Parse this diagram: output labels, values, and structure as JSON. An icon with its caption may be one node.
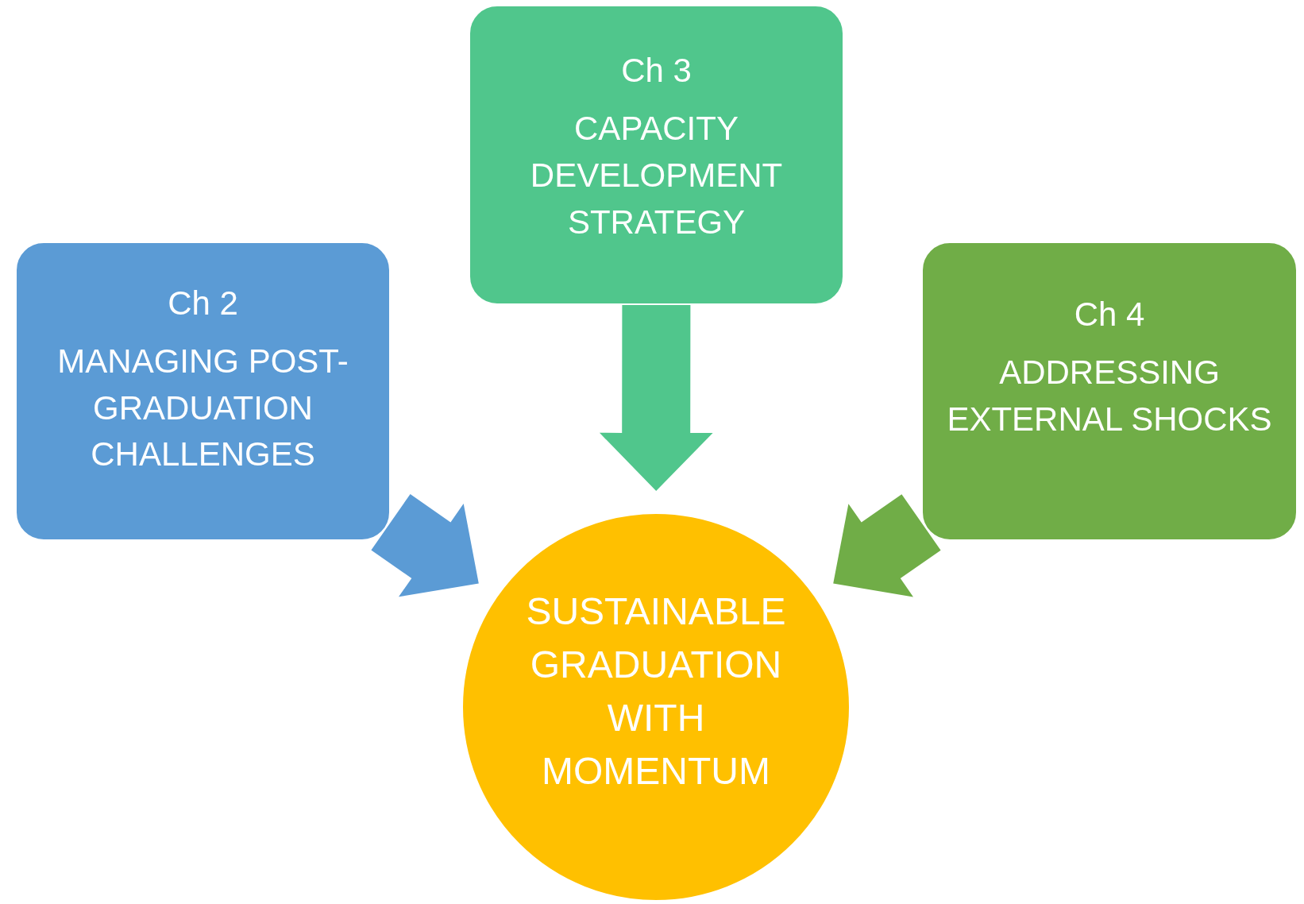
{
  "diagram": {
    "nodes": [
      {
        "text": [
          "Ch 2",
          "MANAGING POST-GRADUATION CHALLENGES"
        ]
      },
      {
        "text": [
          "Ch 3",
          "CAPACITY DEVELOPMENT STRATEGY"
        ]
      },
      {
        "text": [
          "Ch 4",
          "ADDRESSING EXTERNAL SHOCKS"
        ]
      },
      {
        "text": [
          "SUSTAINABLE GRADUATION WITH MOMENTUM"
        ]
      }
    ],
    "edges": [
      {
        "from": 0,
        "to": 3,
        "arrow": "to",
        "style": "thick",
        "color": "#5b9bd5"
      },
      {
        "from": 1,
        "to": 3,
        "arrow": "to",
        "style": "thick",
        "color": "#50c68c"
      },
      {
        "from": 2,
        "to": 3,
        "arrow": "to",
        "style": "thick",
        "color": "#70ad47"
      }
    ]
  }
}
